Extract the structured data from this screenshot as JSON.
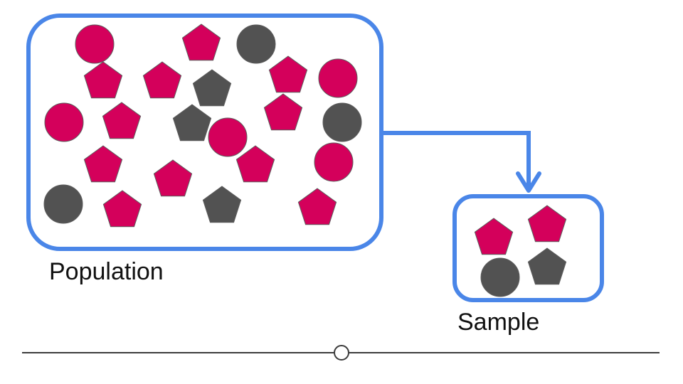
{
  "labels": {
    "population": "Population",
    "sample": "Sample"
  },
  "colors": {
    "box_border": "#4a86e8",
    "arrow": "#4a86e8",
    "magenta": "#d4005b",
    "gray": "#525252",
    "divider": "#3c3c3c"
  },
  "population": {
    "shapes": [
      {
        "kind": "circle-icon",
        "color": "magenta"
      },
      {
        "kind": "pentagon-icon",
        "color": "magenta"
      },
      {
        "kind": "circle-icon",
        "color": "gray"
      },
      {
        "kind": "pentagon-icon",
        "color": "magenta"
      },
      {
        "kind": "pentagon-icon",
        "color": "magenta"
      },
      {
        "kind": "pentagon-icon",
        "color": "gray"
      },
      {
        "kind": "pentagon-icon",
        "color": "magenta"
      },
      {
        "kind": "circle-icon",
        "color": "magenta"
      },
      {
        "kind": "circle-icon",
        "color": "magenta"
      },
      {
        "kind": "pentagon-icon",
        "color": "magenta"
      },
      {
        "kind": "pentagon-icon",
        "color": "gray"
      },
      {
        "kind": "circle-icon",
        "color": "magenta"
      },
      {
        "kind": "pentagon-icon",
        "color": "magenta"
      },
      {
        "kind": "circle-icon",
        "color": "gray"
      },
      {
        "kind": "pentagon-icon",
        "color": "magenta"
      },
      {
        "kind": "pentagon-icon",
        "color": "magenta"
      },
      {
        "kind": "circle-icon",
        "color": "magenta"
      },
      {
        "kind": "pentagon-icon",
        "color": "magenta"
      },
      {
        "kind": "circle-icon",
        "color": "gray"
      },
      {
        "kind": "pentagon-icon",
        "color": "magenta"
      },
      {
        "kind": "pentagon-icon",
        "color": "gray"
      },
      {
        "kind": "pentagon-icon",
        "color": "magenta"
      }
    ]
  },
  "sample": {
    "shapes": [
      {
        "kind": "pentagon-icon",
        "color": "magenta"
      },
      {
        "kind": "pentagon-icon",
        "color": "magenta"
      },
      {
        "kind": "circle-icon",
        "color": "gray"
      },
      {
        "kind": "pentagon-icon",
        "color": "gray"
      }
    ]
  },
  "divider": {
    "handle_icon": "circle-handle-icon"
  }
}
